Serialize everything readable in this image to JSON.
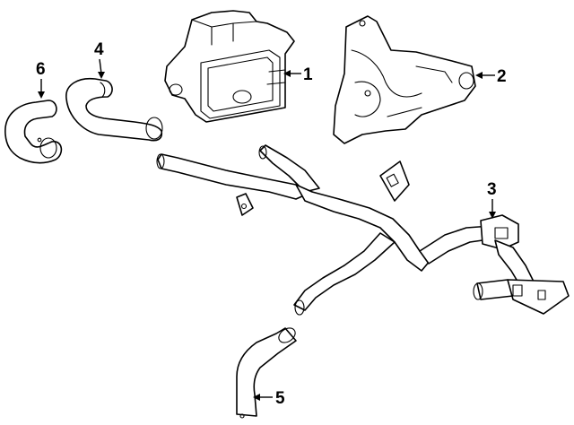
{
  "callouts": {
    "c1": "1",
    "c2": "2",
    "c3": "3",
    "c4": "4",
    "c5": "5",
    "c6": "6"
  },
  "parts": {
    "p1": "valve-assembly",
    "p2": "mounting-bracket",
    "p3": "heater-pipe-assembly",
    "p4": "hose-upper",
    "p5": "hose-lower",
    "p6": "hose-small"
  },
  "colors": {
    "line": "#000000",
    "background": "#ffffff"
  }
}
